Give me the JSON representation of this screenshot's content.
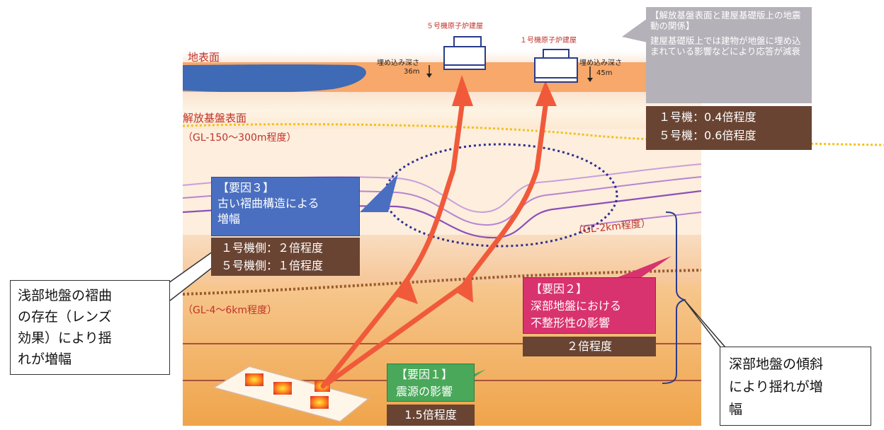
{
  "labels": {
    "ground_surface": "地表面",
    "free_surface": "解放基盤表面",
    "gl_150_300": "（GL-150〜300m程度）",
    "gl_2km": "（GL-2km程度）",
    "gl_4_6km": "（GL-4〜6km程度）"
  },
  "buildings": {
    "unit5": {
      "label": "５号機原子炉建屋",
      "depth_label": "埋め込み深さ",
      "depth_value": "36m"
    },
    "unit1": {
      "label": "１号機原子炉建屋",
      "depth_label": "埋め込み深さ",
      "depth_value": "45m"
    }
  },
  "relation_box": {
    "title": "【解放基盤表面と建屋基礎版上の地震動の関係】",
    "body": "建屋基礎版上では建物が地盤に埋め込まれている影響などにより応答が減衰",
    "rows": [
      "１号機：0.4倍程度",
      "５号機：0.6倍程度"
    ]
  },
  "factor1": {
    "title": "【要因１】",
    "body": "震源の影響",
    "value": "1.5倍程度"
  },
  "factor2": {
    "title": "【要因２】",
    "line1": "深部地盤における",
    "line2": "不整形性の影響",
    "value": "２倍程度"
  },
  "factor3": {
    "title": "【要因３】",
    "line1": "古い褶曲構造による",
    "line2": "増幅",
    "rows": [
      "１号機側：２倍程度",
      "５号機側：１倍程度"
    ]
  },
  "callout_left": {
    "lines": [
      "浅部地盤の褶曲",
      "の存在（レンズ",
      "効果）により揺",
      "れが増幅"
    ]
  },
  "callout_right": {
    "lines": [
      "深部地盤の傾斜",
      "により揺れが増",
      "幅"
    ]
  },
  "colors": {
    "arrow": "#f05a3a",
    "factor3_box": "#4a6fc0",
    "factor2_box": "#d8336e",
    "factor1_box": "#4aa85a",
    "value_box": "#6a4433",
    "relation_box": "#b4b1b8",
    "ground_top": "#f7a86a",
    "deep_ground": "#efa64a"
  }
}
